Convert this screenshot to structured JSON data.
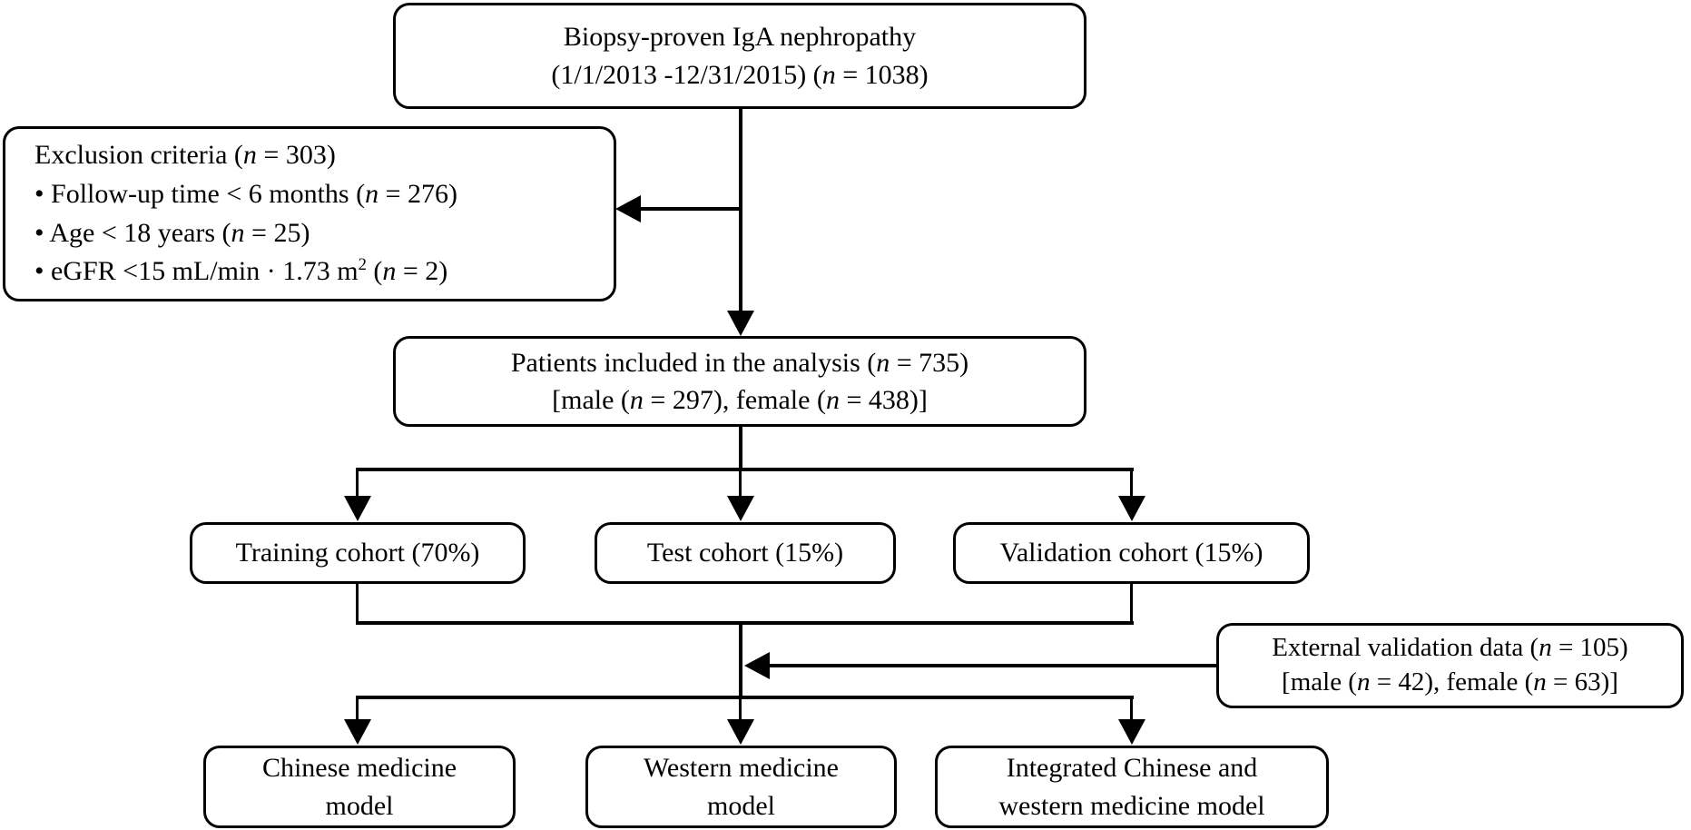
{
  "colors": {
    "ink": "#000000",
    "paper": "#ffffff"
  },
  "nodes": {
    "biopsy": {
      "lines": [
        [
          {
            "t": "Biopsy-proven IgA nephropathy"
          }
        ],
        [
          {
            "t": "(1/1/2013 -12/31/2015) ("
          },
          {
            "t": "n",
            "i": true
          },
          {
            "t": " = 1038)"
          }
        ]
      ]
    },
    "exclusion": {
      "lines": [
        [
          {
            "t": "Exclusion criteria ("
          },
          {
            "t": "n",
            "i": true
          },
          {
            "t": " = 303)"
          }
        ],
        [
          {
            "t": "• Follow-up time < 6 months ("
          },
          {
            "t": "n",
            "i": true
          },
          {
            "t": " = 276)"
          }
        ],
        [
          {
            "t": "• Age < 18 years ("
          },
          {
            "t": "n",
            "i": true
          },
          {
            "t": " = 25)"
          }
        ],
        [
          {
            "t": "• eGFR <15 mL/min · 1.73 m"
          },
          {
            "t": "2",
            "sup": true
          },
          {
            "t": " ("
          },
          {
            "t": "n",
            "i": true
          },
          {
            "t": " = 2)"
          }
        ]
      ]
    },
    "patients": {
      "lines": [
        [
          {
            "t": "Patients included in the analysis ("
          },
          {
            "t": "n",
            "i": true
          },
          {
            "t": " = 735)"
          }
        ],
        [
          {
            "t": "[male ("
          },
          {
            "t": "n",
            "i": true
          },
          {
            "t": " = 297), female ("
          },
          {
            "t": "n",
            "i": true
          },
          {
            "t": " = 438)]"
          }
        ]
      ]
    },
    "training": {
      "lines": [
        [
          {
            "t": "Training cohort (70%)"
          }
        ]
      ]
    },
    "test": {
      "lines": [
        [
          {
            "t": "Test cohort (15%)"
          }
        ]
      ]
    },
    "validation": {
      "lines": [
        [
          {
            "t": "Validation cohort (15%)"
          }
        ]
      ]
    },
    "external": {
      "lines": [
        [
          {
            "t": "External validation data ("
          },
          {
            "t": "n",
            "i": true
          },
          {
            "t": " = 105)"
          }
        ],
        [
          {
            "t": "[male ("
          },
          {
            "t": "n",
            "i": true
          },
          {
            "t": " = 42), female ("
          },
          {
            "t": "n",
            "i": true
          },
          {
            "t": " = 63)]"
          }
        ]
      ]
    },
    "chinese": {
      "lines": [
        [
          {
            "t": "Chinese medicine"
          }
        ],
        [
          {
            "t": "model"
          }
        ]
      ]
    },
    "western": {
      "lines": [
        [
          {
            "t": "Western medicine"
          }
        ],
        [
          {
            "t": "model"
          }
        ]
      ]
    },
    "integrated": {
      "lines": [
        [
          {
            "t": "Integrated Chinese and"
          }
        ],
        [
          {
            "t": "western medicine model"
          }
        ]
      ]
    }
  }
}
